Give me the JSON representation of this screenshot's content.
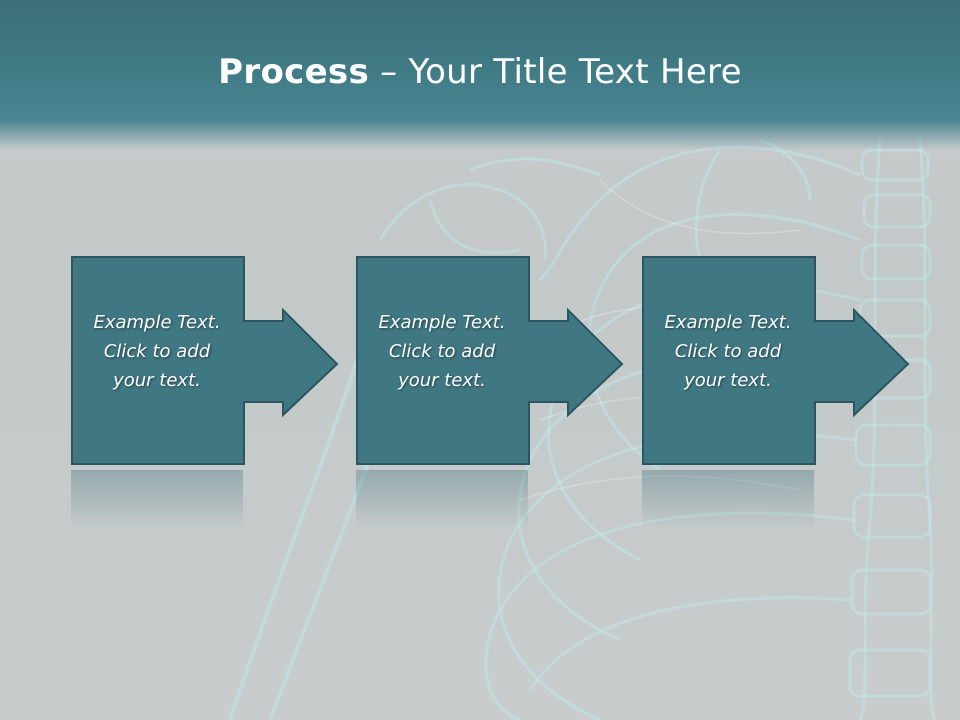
{
  "slide": {
    "title_bold": "Process",
    "title_rest": " – Your Title Text Here"
  },
  "steps": [
    {
      "line1": "Example Text.",
      "line2": "Click  to add",
      "line3": "your text."
    },
    {
      "line1": "Example Text.",
      "line2": "Click  to add",
      "line3": "your text."
    },
    {
      "line1": "Example Text.",
      "line2": "Click  to add",
      "line3": "your text."
    }
  ],
  "colors": {
    "box_fill": "#3f7782",
    "box_border": "#2b5660",
    "title_bar": "#3f7a85"
  },
  "icons": {
    "step_arrow": "right-arrow-icon",
    "background_art": "xray-skeleton-image"
  }
}
